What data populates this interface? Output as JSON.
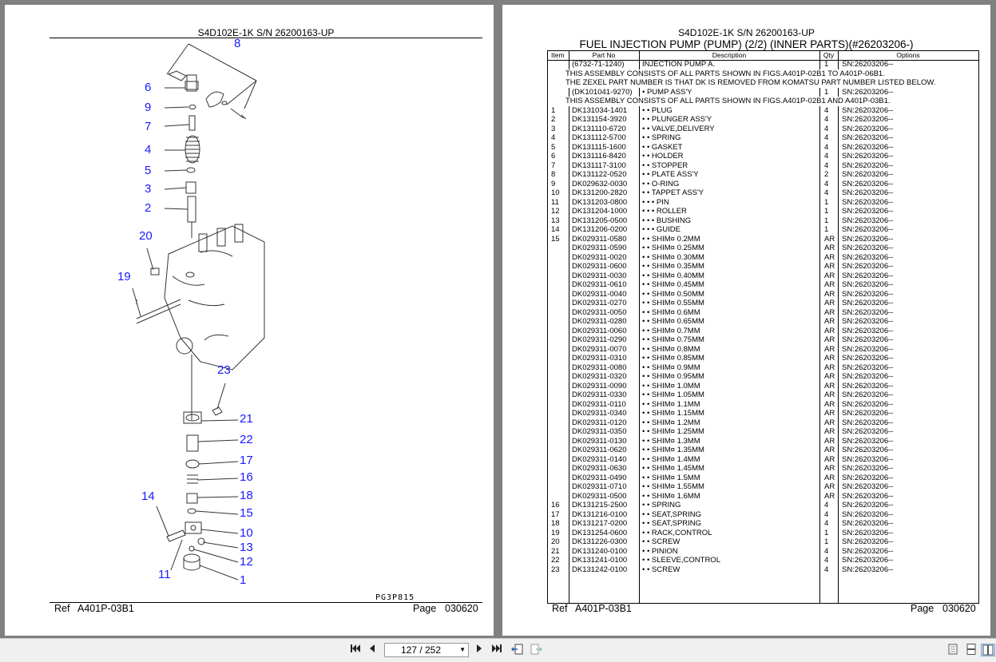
{
  "left_page": {
    "header": "S4D102E-1K S/N 26200163-UP",
    "diagram_code": "PG3P815",
    "footer_ref_label": "Ref",
    "footer_ref": "A401P-03B1",
    "footer_page_label": "Page",
    "footer_page": "030620",
    "callouts": [
      "8",
      "6",
      "9",
      "7",
      "4",
      "5",
      "3",
      "2",
      "20",
      "19",
      "23",
      "21",
      "22",
      "17",
      "16",
      "18",
      "14",
      "15",
      "10",
      "13",
      "12",
      "11",
      "1"
    ]
  },
  "right_page": {
    "header1": "S4D102E-1K S/N 26200163-UP",
    "header2": "FUEL INJECTION PUMP (PUMP) (2/2) (INNER PARTS)(#26203206-)",
    "columns": {
      "item": "Item",
      "part": "Part No",
      "desc": "Description",
      "qty": "Qty",
      "opt": "Options"
    },
    "rows": [
      {
        "item": "",
        "part": "(6732-71-1240)",
        "desc": "INJECTION PUMP A.",
        "qty": "1",
        "opt": "SN:26203206--"
      },
      {
        "note": "THIS ASSEMBLY CONSISTS OF ALL PARTS SHOWN IN FIGS.A401P-02B1 TO A401P-06B1."
      },
      {
        "note": "THE ZEXEL PART NUMBER IS THAT DK IS REMOVED FROM KOMATSU PART NUMBER LISTED BELOW."
      },
      {
        "item": "",
        "part": "(DK101041-9270)",
        "desc": "• PUMP ASS'Y",
        "qty": "1",
        "opt": "SN:26203206--"
      },
      {
        "note": "THIS ASSEMBLY CONSISTS OF ALL PARTS SHOWN IN FIGS.A401P-02B1 AND A401P-03B1."
      },
      {
        "item": "1",
        "part": "DK131034-1401",
        "desc": "• • PLUG",
        "qty": "4",
        "opt": "SN:26203206--"
      },
      {
        "item": "2",
        "part": "DK131154-3920",
        "desc": "• • PLUNGER ASS'Y",
        "qty": "4",
        "opt": "SN:26203206--"
      },
      {
        "item": "3",
        "part": "DK131110-6720",
        "desc": "• • VALVE,DELIVERY",
        "qty": "4",
        "opt": "SN:26203206--"
      },
      {
        "item": "4",
        "part": "DK131112-5700",
        "desc": "• • SPRING",
        "qty": "4",
        "opt": "SN:26203206--"
      },
      {
        "item": "5",
        "part": "DK131115-1600",
        "desc": "• • GASKET",
        "qty": "4",
        "opt": "SN:26203206--"
      },
      {
        "item": "6",
        "part": "DK131116-8420",
        "desc": "• • HOLDER",
        "qty": "4",
        "opt": "SN:26203206--"
      },
      {
        "item": "7",
        "part": "DK131117-3100",
        "desc": "• • STOPPER",
        "qty": "4",
        "opt": "SN:26203206--"
      },
      {
        "item": "8",
        "part": "DK131122-0520",
        "desc": "• • PLATE ASS'Y",
        "qty": "2",
        "opt": "SN:26203206--"
      },
      {
        "item": "9",
        "part": "DK029632-0030",
        "desc": "• • O-RING",
        "qty": "4",
        "opt": "SN:26203206--"
      },
      {
        "item": "10",
        "part": "DK131200-2820",
        "desc": "• • TAPPET ASS'Y",
        "qty": "4",
        "opt": "SN:26203206--"
      },
      {
        "item": "11",
        "part": "DK131203-0800",
        "desc": "• • • PIN",
        "qty": "1",
        "opt": "SN:26203206--"
      },
      {
        "item": "12",
        "part": "DK131204-1000",
        "desc": "• • • ROLLER",
        "qty": "1",
        "opt": "SN:26203206--"
      },
      {
        "item": "13",
        "part": "DK131205-0500",
        "desc": "• • • BUSHING",
        "qty": "1",
        "opt": "SN:26203206--"
      },
      {
        "item": "14",
        "part": "DK131206-0200",
        "desc": "• • • GUIDE",
        "qty": "1",
        "opt": "SN:26203206--"
      },
      {
        "item": "15",
        "part": "DK029311-0580",
        "desc": "• • SHIM¤ 0.2MM",
        "qty": "AR",
        "opt": "SN:26203206--"
      },
      {
        "item": "",
        "part": "DK029311-0590",
        "desc": "• • SHIM¤ 0.25MM",
        "qty": "AR",
        "opt": "SN:26203206--"
      },
      {
        "item": "",
        "part": "DK029311-0020",
        "desc": "• • SHIM¤ 0.30MM",
        "qty": "AR",
        "opt": "SN:26203206--"
      },
      {
        "item": "",
        "part": "DK029311-0600",
        "desc": "• • SHIM¤ 0.35MM",
        "qty": "AR",
        "opt": "SN:26203206--"
      },
      {
        "item": "",
        "part": "DK029311-0030",
        "desc": "• • SHIM¤ 0.40MM",
        "qty": "AR",
        "opt": "SN:26203206--"
      },
      {
        "item": "",
        "part": "DK029311-0610",
        "desc": "• • SHIM¤ 0.45MM",
        "qty": "AR",
        "opt": "SN:26203206--"
      },
      {
        "item": "",
        "part": "DK029311-0040",
        "desc": "• • SHIM¤ 0.50MM",
        "qty": "AR",
        "opt": "SN:26203206--"
      },
      {
        "item": "",
        "part": "DK029311-0270",
        "desc": "• • SHIM¤ 0.55MM",
        "qty": "AR",
        "opt": "SN:26203206--"
      },
      {
        "item": "",
        "part": "DK029311-0050",
        "desc": "• • SHIM¤ 0.6MM",
        "qty": "AR",
        "opt": "SN:26203206--"
      },
      {
        "item": "",
        "part": "DK029311-0280",
        "desc": "• • SHIM¤ 0.65MM",
        "qty": "AR",
        "opt": "SN:26203206--"
      },
      {
        "item": "",
        "part": "DK029311-0060",
        "desc": "• • SHIM¤ 0.7MM",
        "qty": "AR",
        "opt": "SN:26203206--"
      },
      {
        "item": "",
        "part": "DK029311-0290",
        "desc": "• • SHIM¤ 0.75MM",
        "qty": "AR",
        "opt": "SN:26203206--"
      },
      {
        "item": "",
        "part": "DK029311-0070",
        "desc": "• • SHIM¤ 0.8MM",
        "qty": "AR",
        "opt": "SN:26203206--"
      },
      {
        "item": "",
        "part": "DK029311-0310",
        "desc": "• • SHIM¤ 0.85MM",
        "qty": "AR",
        "opt": "SN:26203206--"
      },
      {
        "item": "",
        "part": "DK029311-0080",
        "desc": "• • SHIM¤ 0.9MM",
        "qty": "AR",
        "opt": "SN:26203206--"
      },
      {
        "item": "",
        "part": "DK029311-0320",
        "desc": "• • SHIM¤ 0.95MM",
        "qty": "AR",
        "opt": "SN:26203206--"
      },
      {
        "item": "",
        "part": "DK029311-0090",
        "desc": "• • SHIM¤ 1.0MM",
        "qty": "AR",
        "opt": "SN:26203206--"
      },
      {
        "item": "",
        "part": "DK029311-0330",
        "desc": "• • SHIM¤ 1.05MM",
        "qty": "AR",
        "opt": "SN:26203206--"
      },
      {
        "item": "",
        "part": "DK029311-0110",
        "desc": "• • SHIM¤ 1.1MM",
        "qty": "AR",
        "opt": "SN:26203206--"
      },
      {
        "item": "",
        "part": "DK029311-0340",
        "desc": "• • SHIM¤ 1.15MM",
        "qty": "AR",
        "opt": "SN:26203206--"
      },
      {
        "item": "",
        "part": "DK029311-0120",
        "desc": "• • SHIM¤ 1.2MM",
        "qty": "AR",
        "opt": "SN:26203206--"
      },
      {
        "item": "",
        "part": "DK029311-0350",
        "desc": "• • SHIM¤ 1.25MM",
        "qty": "AR",
        "opt": "SN:26203206--"
      },
      {
        "item": "",
        "part": "DK029311-0130",
        "desc": "• • SHIM¤ 1.3MM",
        "qty": "AR",
        "opt": "SN:26203206--"
      },
      {
        "item": "",
        "part": "DK029311-0620",
        "desc": "• • SHIM¤ 1.35MM",
        "qty": "AR",
        "opt": "SN:26203206--"
      },
      {
        "item": "",
        "part": "DK029311-0140",
        "desc": "• • SHIM¤ 1.4MM",
        "qty": "AR",
        "opt": "SN:26203206--"
      },
      {
        "item": "",
        "part": "DK029311-0630",
        "desc": "• • SHIM¤ 1.45MM",
        "qty": "AR",
        "opt": "SN:26203206--"
      },
      {
        "item": "",
        "part": "DK029311-0490",
        "desc": "• • SHIM¤ 1.5MM",
        "qty": "AR",
        "opt": "SN:26203206--"
      },
      {
        "item": "",
        "part": "DK029311-0710",
        "desc": "• • SHIM¤ 1.55MM",
        "qty": "AR",
        "opt": "SN:26203206--"
      },
      {
        "item": "",
        "part": "DK029311-0500",
        "desc": "• • SHIM¤ 1.6MM",
        "qty": "AR",
        "opt": "SN:26203206--"
      },
      {
        "item": "16",
        "part": "DK131215-2500",
        "desc": "• • SPRING",
        "qty": "4",
        "opt": "SN:26203206--"
      },
      {
        "item": "17",
        "part": "DK131216-0100",
        "desc": "• • SEAT,SPRING",
        "qty": "4",
        "opt": "SN:26203206--"
      },
      {
        "item": "18",
        "part": "DK131217-0200",
        "desc": "• • SEAT,SPRING",
        "qty": "4",
        "opt": "SN:26203206--"
      },
      {
        "item": "19",
        "part": "DK131254-0600",
        "desc": "• • RACK,CONTROL",
        "qty": "1",
        "opt": "SN:26203206--"
      },
      {
        "item": "20",
        "part": "DK131226-0300",
        "desc": "• • SCREW",
        "qty": "1",
        "opt": "SN:26203206--"
      },
      {
        "item": "21",
        "part": "DK131240-0100",
        "desc": "• • PINION",
        "qty": "4",
        "opt": "SN:26203206--"
      },
      {
        "item": "22",
        "part": "DK131241-0100",
        "desc": "• • SLEEVE,CONTROL",
        "qty": "4",
        "opt": "SN:26203206--"
      },
      {
        "item": "23",
        "part": "DK131242-0100",
        "desc": "• • SCREW",
        "qty": "4",
        "opt": "SN:26203206--"
      }
    ],
    "footer_ref_label": "Ref",
    "footer_ref": "A401P-03B1",
    "footer_page_label": "Page",
    "footer_page": "030620"
  },
  "toolbar": {
    "page_indicator": "127 / 252",
    "icons": [
      "first-page-icon",
      "prev-page-icon",
      "next-page-icon",
      "last-page-icon",
      "go-back-icon",
      "go-forward-icon",
      "single-page-view-icon",
      "continuous-view-icon",
      "two-page-view-icon"
    ]
  }
}
